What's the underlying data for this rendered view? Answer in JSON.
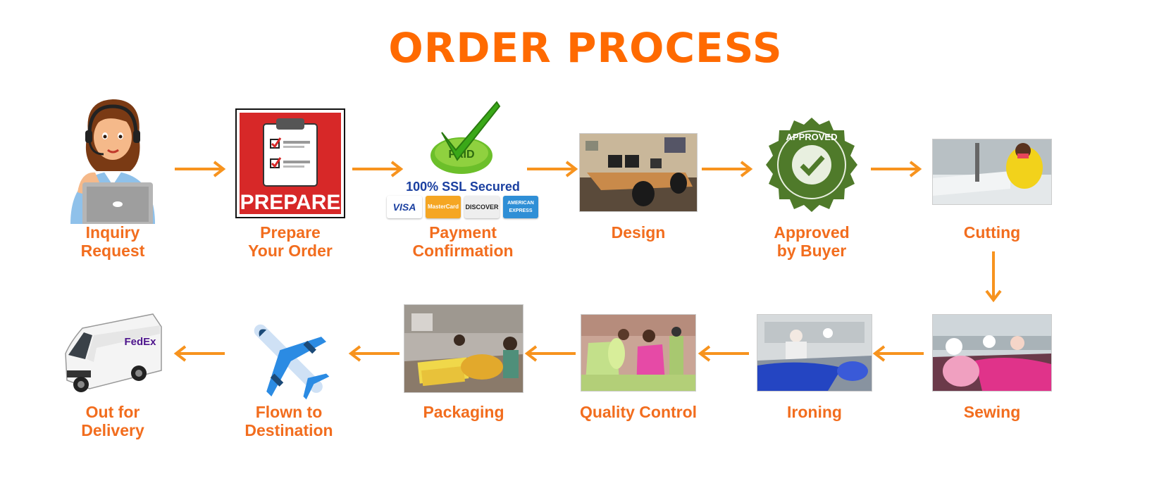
{
  "title": "ORDER PROCESS",
  "colors": {
    "accent": "#ff6a00",
    "label": "#f26d1e",
    "arrow": "#f7931e"
  },
  "steps": [
    {
      "id": "inquiry",
      "label": [
        "Inquiry",
        "Request"
      ],
      "icon": "customer-support-agent-icon"
    },
    {
      "id": "prepare",
      "label": [
        "Prepare",
        "Your Order"
      ],
      "icon": "clipboard-checklist-icon",
      "badge_text": "PREPARE"
    },
    {
      "id": "payment",
      "label": [
        "Payment",
        "Confirmation"
      ],
      "icon": "paid-checkmark-icon",
      "badge_text": "PAID",
      "ssl_text": "100% SSL Secured",
      "cards": [
        "VISA",
        "MasterCard",
        "DISCOVER",
        "AMERICAN EXPRESS"
      ]
    },
    {
      "id": "design",
      "label": [
        "Design"
      ],
      "icon": "office-desk-photo"
    },
    {
      "id": "approved",
      "label": [
        "Approved",
        "by Buyer"
      ],
      "icon": "approved-seal-icon",
      "badge_text": "APPROVED"
    },
    {
      "id": "cutting",
      "label": [
        "Cutting"
      ],
      "icon": "cutting-photo"
    },
    {
      "id": "sewing",
      "label": [
        "Sewing"
      ],
      "icon": "sewing-photo"
    },
    {
      "id": "ironing",
      "label": [
        "Ironing"
      ],
      "icon": "ironing-photo"
    },
    {
      "id": "quality",
      "label": [
        "Quality Control"
      ],
      "icon": "quality-control-photo"
    },
    {
      "id": "packaging",
      "label": [
        "Packaging"
      ],
      "icon": "packaging-photo"
    },
    {
      "id": "flown",
      "label": [
        "Flown to",
        "Destination"
      ],
      "icon": "airplane-icon"
    },
    {
      "id": "delivery",
      "label": [
        "Out for",
        "Delivery"
      ],
      "icon": "delivery-van-icon",
      "van_text": "FedEx"
    }
  ]
}
